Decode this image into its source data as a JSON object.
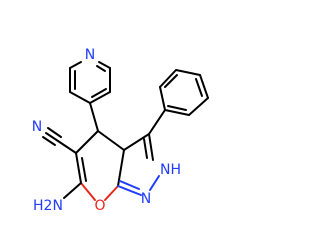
{
  "molecule": {
    "atoms": {
      "pyridine_n": "N",
      "nitrile_n": "N",
      "amine": "H2N",
      "ring_o": "O",
      "pyrazole_n": "N",
      "pyrazole_nh": "NH"
    },
    "colors": {
      "bond": "#000000",
      "nitrogen": "#1f3cff",
      "oxygen": "#e8261b"
    }
  }
}
